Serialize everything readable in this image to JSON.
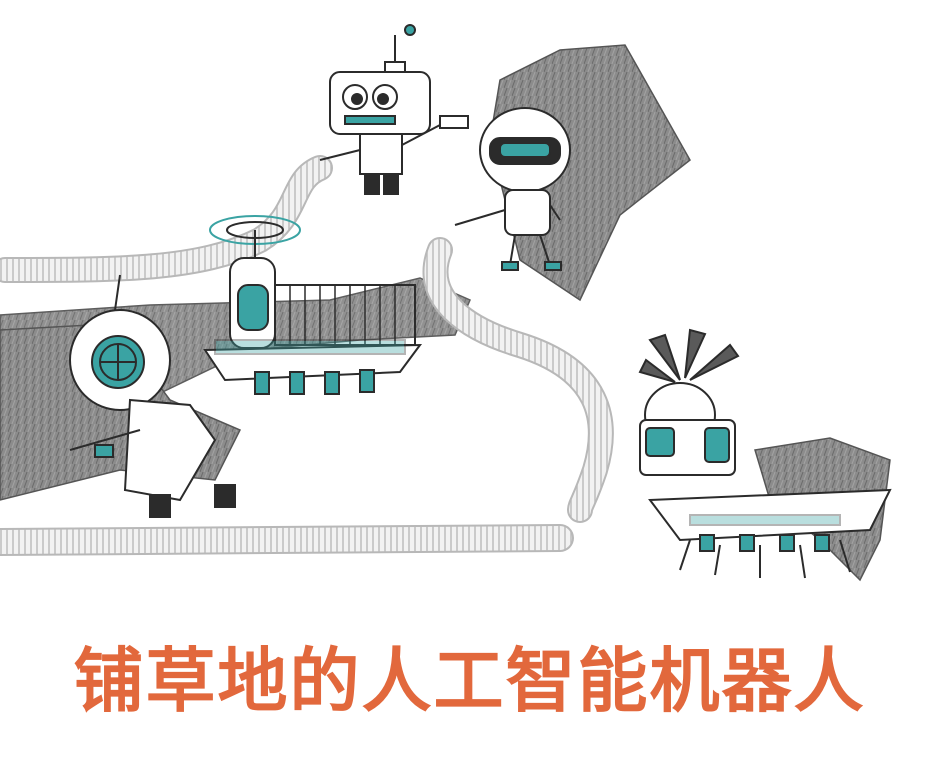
{
  "title": "铺草地的人工智能机器人",
  "colors": {
    "title": "#e2683c",
    "accent": "#3aa3a3",
    "ink": "#2b2b2b",
    "turf": "#8a8a8a",
    "hose": "#e6e6e6"
  },
  "scene": {
    "elements": [
      "diver-helmet-robot",
      "hovering-sprinkler-cart",
      "small-boxy-robot",
      "round-head-robot",
      "turf-laying-machine",
      "hose",
      "grass-turf-sheet"
    ]
  }
}
